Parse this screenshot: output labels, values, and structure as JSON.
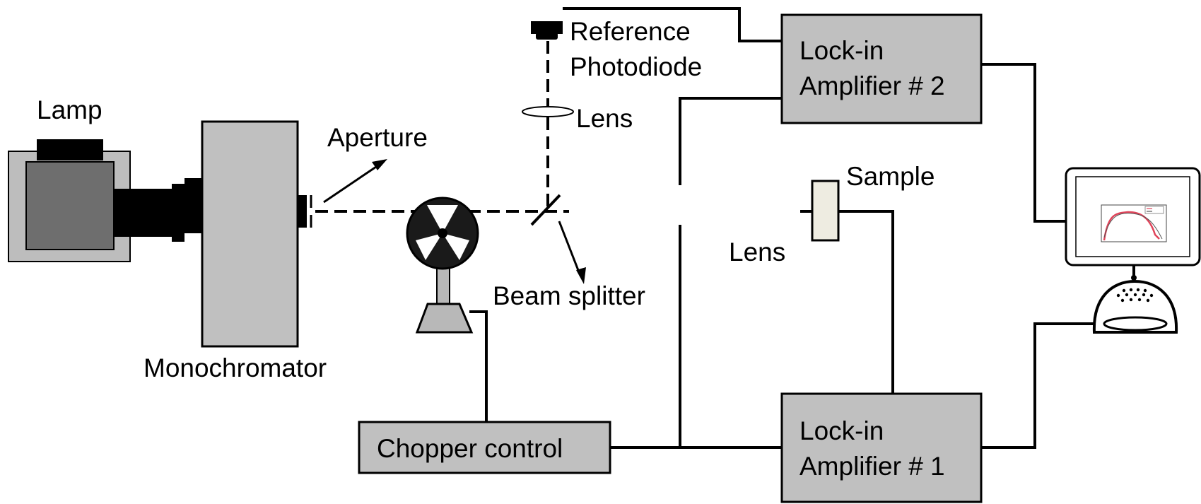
{
  "labels": {
    "lamp": "Lamp",
    "monochromator": "Monochromator",
    "aperture": "Aperture",
    "reference_line1": "Reference",
    "reference_line2": "Photodiode",
    "lens_top": "Lens",
    "beam_splitter": "Beam splitter",
    "sample": "Sample",
    "lens_mid": "Lens",
    "chopper_control": "Chopper control",
    "lockin2_line1": "Lock-in",
    "lockin2_line2": "Amplifier # 2",
    "lockin1_line1": "Lock-in",
    "lockin1_line2": "Amplifier # 1"
  },
  "colors": {
    "box_fill": "#c0c0c0",
    "lamp_housing": "#bdbdbd",
    "lamp_body": "#6e6e6e",
    "sample_fill": "#eeece1",
    "chopper_base": "#b8b8b8",
    "screen_curve_red": "#e0445a"
  },
  "icons": [
    "lamp-icon",
    "chopper-wheel-icon",
    "reference-photodiode-icon",
    "lens-icon",
    "beam-splitter-icon",
    "sample-icon",
    "computer-monitor-icon"
  ]
}
